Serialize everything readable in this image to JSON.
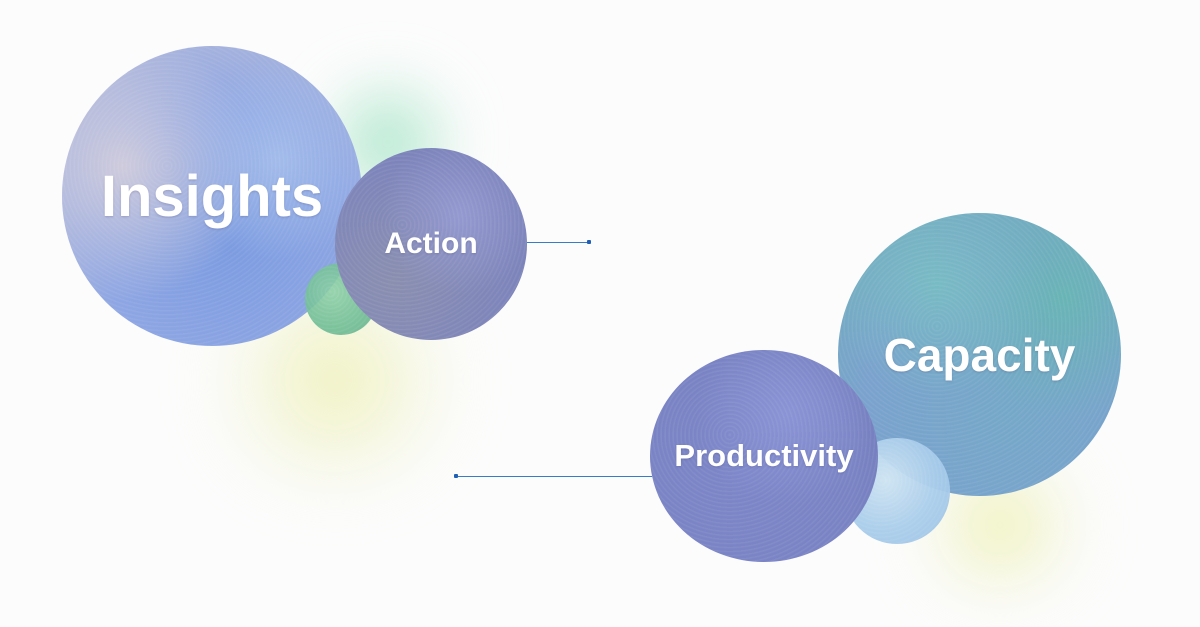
{
  "bubbles": {
    "insights": {
      "label": "Insights",
      "color": "#8ea6e3"
    },
    "action": {
      "label": "Action",
      "color": "#7e85ba"
    },
    "capacity": {
      "label": "Capacity",
      "color": "#7aa2cd"
    },
    "productivity": {
      "label": "Productivity",
      "color": "#7a84c4"
    }
  },
  "decorative_bubbles": {
    "small_green": {
      "color": "#6fbd95"
    },
    "small_blue": {
      "color": "#a9cdeb"
    }
  },
  "glows": {
    "green": {
      "color": "#78d7aa"
    },
    "yellow": {
      "color": "#ebeeaa"
    }
  },
  "connectors": {
    "color": "#3a7bc8",
    "endpoint_color": "#1f5fb4"
  },
  "background_color": "#fcfcfc"
}
